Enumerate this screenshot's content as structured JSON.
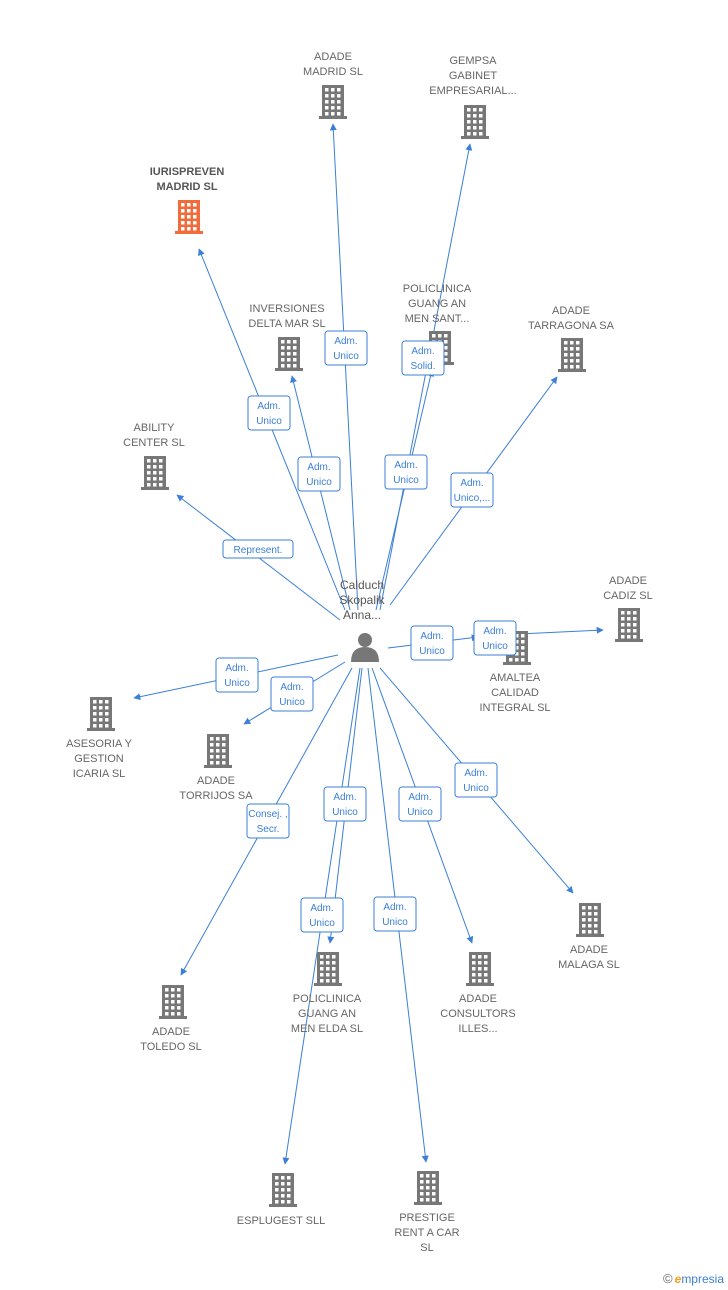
{
  "colors": {
    "edge": "#3b7fd6",
    "building": "#777777",
    "highlight": "#f26b3a",
    "label": "#666666"
  },
  "person": {
    "name_lines": [
      "Calduch",
      "Skopalik",
      "Anna..."
    ],
    "icon": "person-icon"
  },
  "nodes": [
    {
      "id": "adade-madrid",
      "label": [
        "ADADE",
        "MADRID SL"
      ],
      "highlight": false
    },
    {
      "id": "gempsa",
      "label": [
        "GEMPSA",
        "GABINET",
        "EMPRESARIAL..."
      ],
      "highlight": false
    },
    {
      "id": "iurispreven",
      "label": [
        "IURISPREVEN",
        "MADRID  SL"
      ],
      "highlight": true
    },
    {
      "id": "inversiones-delta",
      "label": [
        "INVERSIONES",
        "DELTA MAR  SL"
      ],
      "highlight": false
    },
    {
      "id": "policlinica-sant",
      "label": [
        "POLICLINICA",
        "GUANG AN",
        "MEN SANT..."
      ],
      "highlight": false
    },
    {
      "id": "adade-tarragona",
      "label": [
        "ADADE",
        "TARRAGONA SA"
      ],
      "highlight": false
    },
    {
      "id": "ability-center",
      "label": [
        "ABILITY",
        "CENTER SL"
      ],
      "highlight": false
    },
    {
      "id": "adade-cadiz",
      "label": [
        "ADADE",
        "CADIZ SL"
      ],
      "highlight": false
    },
    {
      "id": "amaltea",
      "label": [
        "AMALTEA",
        "CALIDAD",
        "INTEGRAL  SL"
      ],
      "highlight": false
    },
    {
      "id": "asesoria-icaria",
      "label": [
        "ASESORIA Y",
        "GESTION",
        "ICARIA  SL"
      ],
      "highlight": false
    },
    {
      "id": "adade-torrijos",
      "label": [
        "ADADE",
        "TORRIJOS SA"
      ],
      "highlight": false
    },
    {
      "id": "adade-malaga",
      "label": [
        "ADADE",
        "MALAGA SL"
      ],
      "highlight": false
    },
    {
      "id": "adade-consultors",
      "label": [
        "ADADE",
        "CONSULTORS",
        "ILLES..."
      ],
      "highlight": false
    },
    {
      "id": "policlinica-elda",
      "label": [
        "POLICLINICA",
        "GUANG AN",
        "MEN ELDA SL"
      ],
      "highlight": false
    },
    {
      "id": "adade-toledo",
      "label": [
        "ADADE",
        "TOLEDO SL"
      ],
      "highlight": false
    },
    {
      "id": "esplugest",
      "label": [
        "ESPLUGEST SLL"
      ],
      "highlight": false
    },
    {
      "id": "prestige",
      "label": [
        "PRESTIGE",
        "RENT A CAR",
        "SL"
      ],
      "highlight": false
    }
  ],
  "edges": [
    {
      "to": "adade-madrid",
      "label": [
        "Adm.",
        "Unico"
      ]
    },
    {
      "to": "gempsa",
      "label": [
        "Adm.",
        "Unico"
      ]
    },
    {
      "to": "iurispreven",
      "label": [
        "Adm.",
        "Unico"
      ]
    },
    {
      "to": "inversiones-delta",
      "label": [
        "Adm.",
        "Unico"
      ]
    },
    {
      "to": "policlinica-sant",
      "label": [
        "Adm.",
        "Solid."
      ]
    },
    {
      "to": "adade-tarragona",
      "label": [
        "Adm.",
        "Unico,..."
      ]
    },
    {
      "to": "ability-center",
      "label": [
        "Represent."
      ]
    },
    {
      "to": "adade-cadiz",
      "label": [
        "Adm.",
        "Unico"
      ]
    },
    {
      "to": "amaltea",
      "label": [
        "Adm.",
        "Unico"
      ]
    },
    {
      "to": "asesoria-icaria",
      "label": [
        "Adm.",
        "Unico"
      ]
    },
    {
      "to": "adade-torrijos",
      "label": [
        "Adm.",
        "Unico"
      ]
    },
    {
      "to": "adade-malaga",
      "label": [
        "Adm.",
        "Unico"
      ]
    },
    {
      "to": "adade-consultors",
      "label": [
        "Adm.",
        "Unico"
      ]
    },
    {
      "to": "policlinica-elda",
      "label": [
        "Adm.",
        "Unico"
      ]
    },
    {
      "to": "adade-toledo",
      "label": [
        "Consej. ,",
        "Secr."
      ]
    },
    {
      "to": "esplugest",
      "label": [
        "Adm.",
        "Unico"
      ]
    },
    {
      "to": "prestige",
      "label": [
        "Adm.",
        "Unico"
      ]
    }
  ],
  "watermark": {
    "copyright": "©",
    "brand_initial": "e",
    "brand_rest": "mpresia"
  }
}
